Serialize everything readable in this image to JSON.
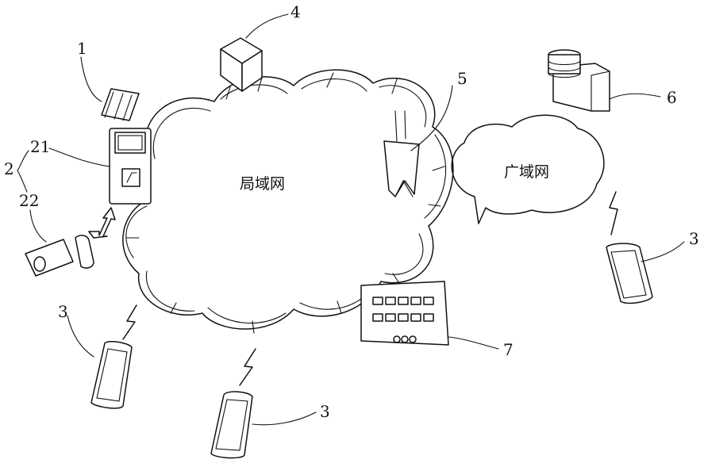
{
  "networks": {
    "lan_label": "局域网",
    "wan_label": "广域网"
  },
  "reference_numerals": {
    "n1": "1",
    "n2": "2",
    "n21": "21",
    "n22": "22",
    "n3": "3",
    "n4": "4",
    "n5": "5",
    "n6": "6",
    "n7": "7"
  }
}
